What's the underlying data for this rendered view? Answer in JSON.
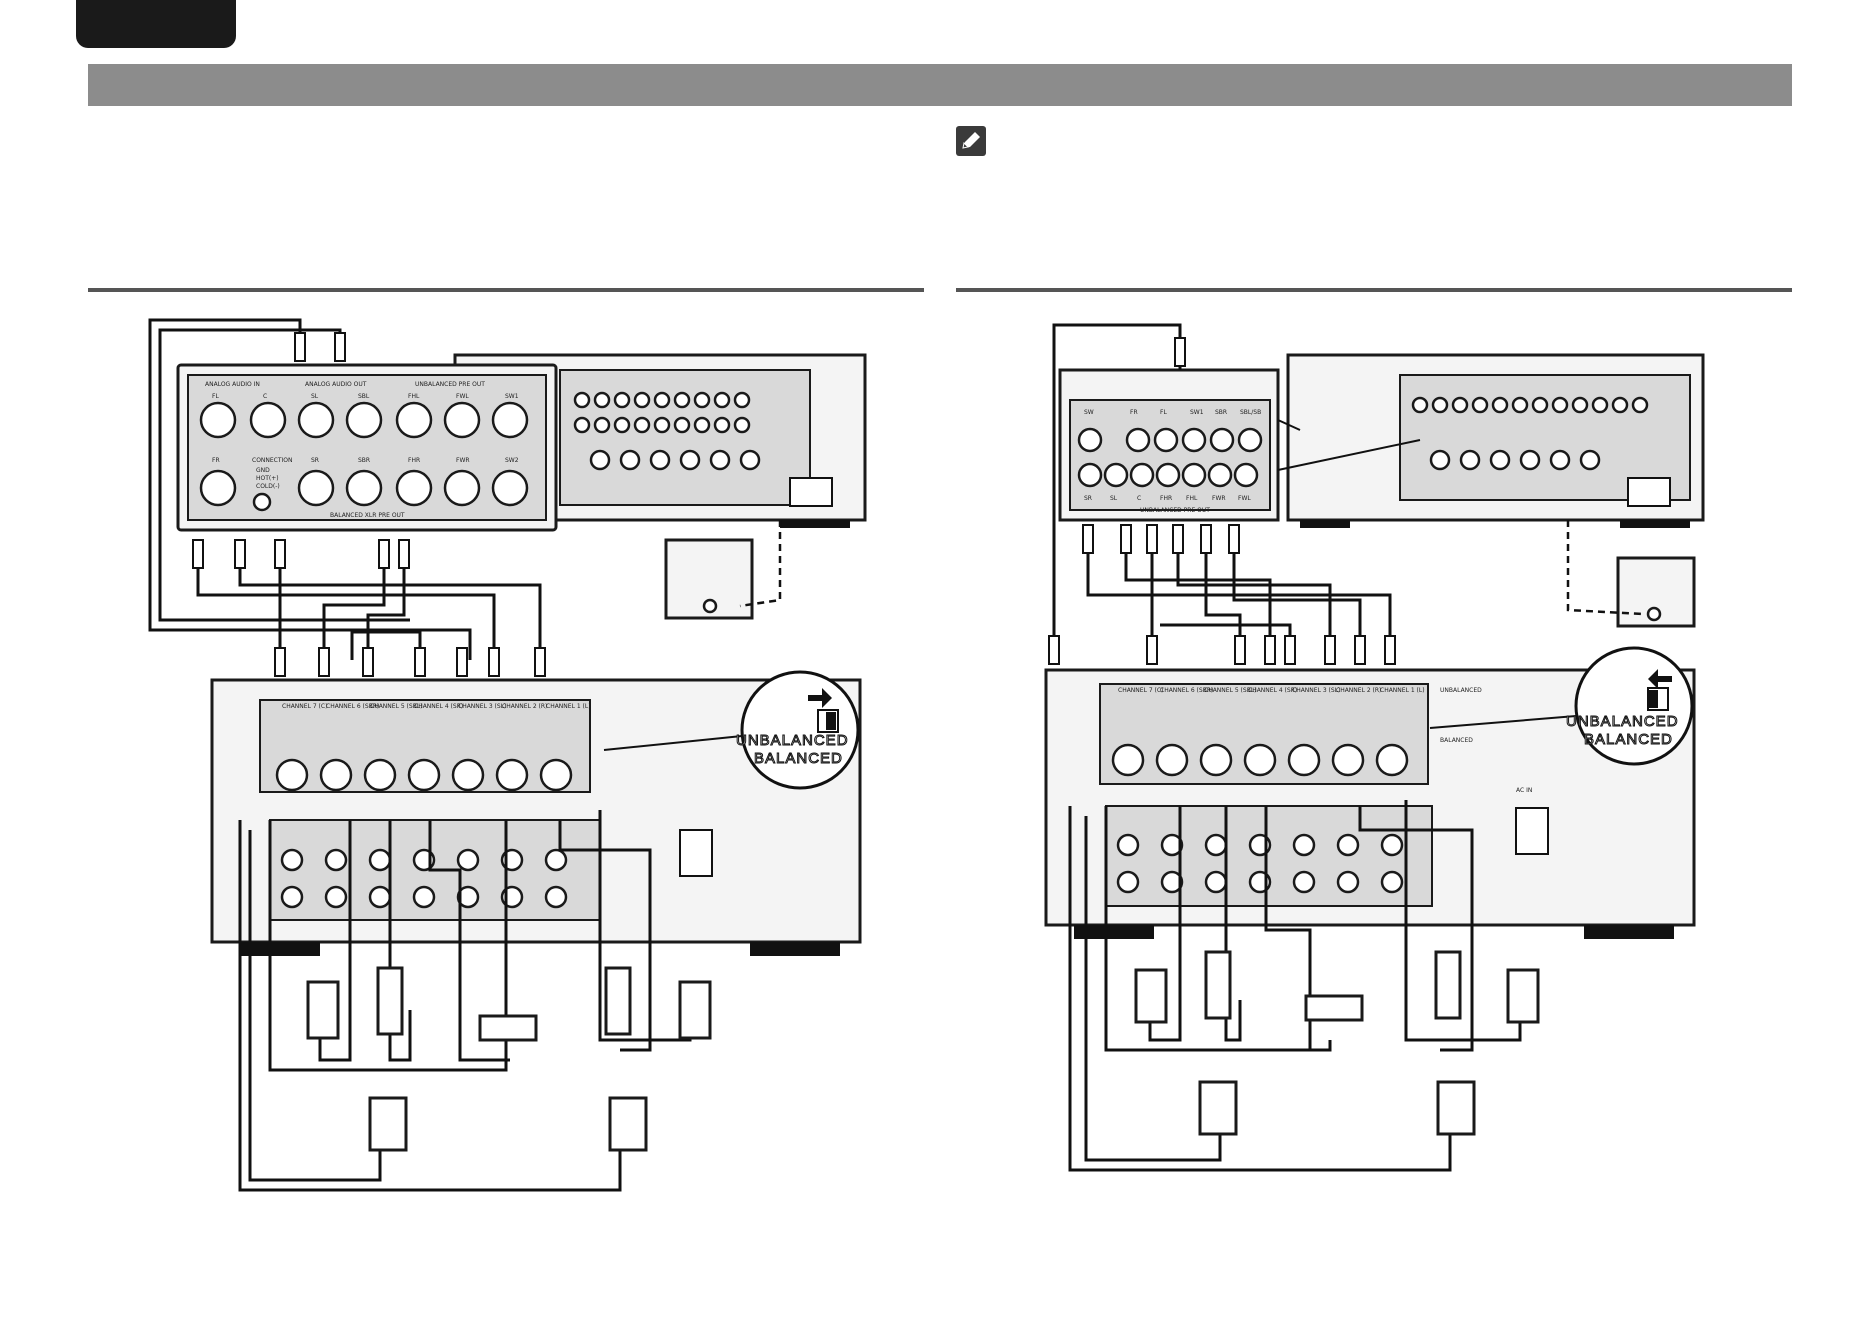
{
  "language_tab": {
    "text": ""
  },
  "header_band": {
    "text": ""
  },
  "note_icon": "pencil-icon",
  "left_diagram": {
    "processor_labels": {
      "analog_audio_in": "ANALOG AUDIO IN",
      "analog_audio_out": "ANALOG AUDIO OUT",
      "unbalanced_pre_out": "UNBALANCED PRE OUT",
      "balanced_xlr_pre_out": "BALANCED XLR PRE OUT",
      "connection": "CONNECTION",
      "conn_items": [
        "GND",
        "HOT(+)",
        "COLD(-)"
      ],
      "top_row": [
        "FL",
        "C",
        "SL",
        "SBL",
        "FHL",
        "FWL",
        "SW1"
      ],
      "bottom_row": [
        "FR",
        "SR",
        "SBR",
        "FHR",
        "FWR",
        "SW2"
      ]
    },
    "amp_channels": [
      "CHANNEL 7 (C)",
      "CHANNEL 6 (SBR)",
      "CHANNEL 5 (SBL)",
      "CHANNEL 4 (SR)",
      "CHANNEL 3 (SL)",
      "CHANNEL 2 (R)",
      "CHANNEL 1 (L)"
    ],
    "switch_labels": [
      "UNBALANCED",
      "BALANCED"
    ]
  },
  "right_diagram": {
    "processor_labels": {
      "unbalanced_pre_out": "UNBALANCED PRE OUT",
      "top_row": [
        "SW",
        "FR",
        "FL",
        "SW1",
        "SBR",
        "SBL/SB"
      ],
      "bottom_row": [
        "SR",
        "SL",
        "C",
        "FHR",
        "FHL",
        "FWR",
        "FWL"
      ]
    },
    "amp_channels": [
      "CHANNEL 7 (C)",
      "CHANNEL 6 (SBR)",
      "CHANNEL 5 (SBL)",
      "CHANNEL 4 (SR)",
      "CHANNEL 3 (SL)",
      "CHANNEL 2 (R)",
      "CHANNEL 1 (L)"
    ],
    "amp_header": "UNBALANCED",
    "amp_balanced": "BALANCED",
    "switch_labels": [
      "UNBALANCED",
      "BALANCED"
    ],
    "ac_in": "AC IN"
  }
}
